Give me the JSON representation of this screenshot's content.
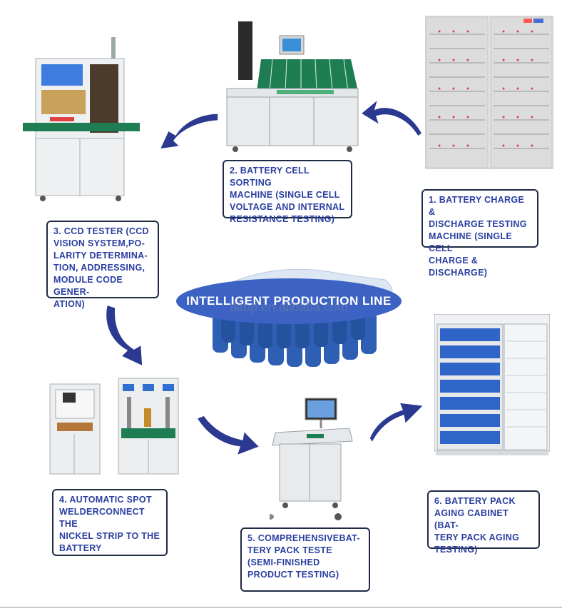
{
  "center": {
    "title": "INTELLIGENT PRODUCTION LINE",
    "watermark": "aitop.en.alibaba.com"
  },
  "steps": [
    {
      "label": "1. BATTERY CHARGE &\nDISCHARGE TESTING\nMACHINE (SINGLE CELL\nCHARGE & DISCHARGE)"
    },
    {
      "label": "2. BATTERY CELL SORTING\nMACHINE (SINGLE CELL\nVOLTAGE AND INTERNAL\nRESISTANCE TESTING)"
    },
    {
      "label": "3. CCD TESTER (CCD\nVISION SYSTEM,PO-\nLARITY DETERMINA-\nTION, ADDRESSING,\nMODULE CODE GENER-\nATION)"
    },
    {
      "label": "4. AUTOMATIC SPOT\nWELDERCONNECT THE\nNICKEL STRIP TO THE\nBATTERY"
    },
    {
      "label": "5. COMPREHENSIVEBAT-\nTERY PACK TESTE\n(SEMI-FINISHED\nPRODUCT TESTING)"
    },
    {
      "label": "6. BATTERY PACK\nAGING CABINET (BAT-\nTERY PACK AGING\nTESTING)"
    }
  ],
  "colors": {
    "arrow": "#2b3990",
    "text": "#2a3ea0",
    "border": "#1f2a44",
    "battery_blue": "#2f5fb5"
  }
}
